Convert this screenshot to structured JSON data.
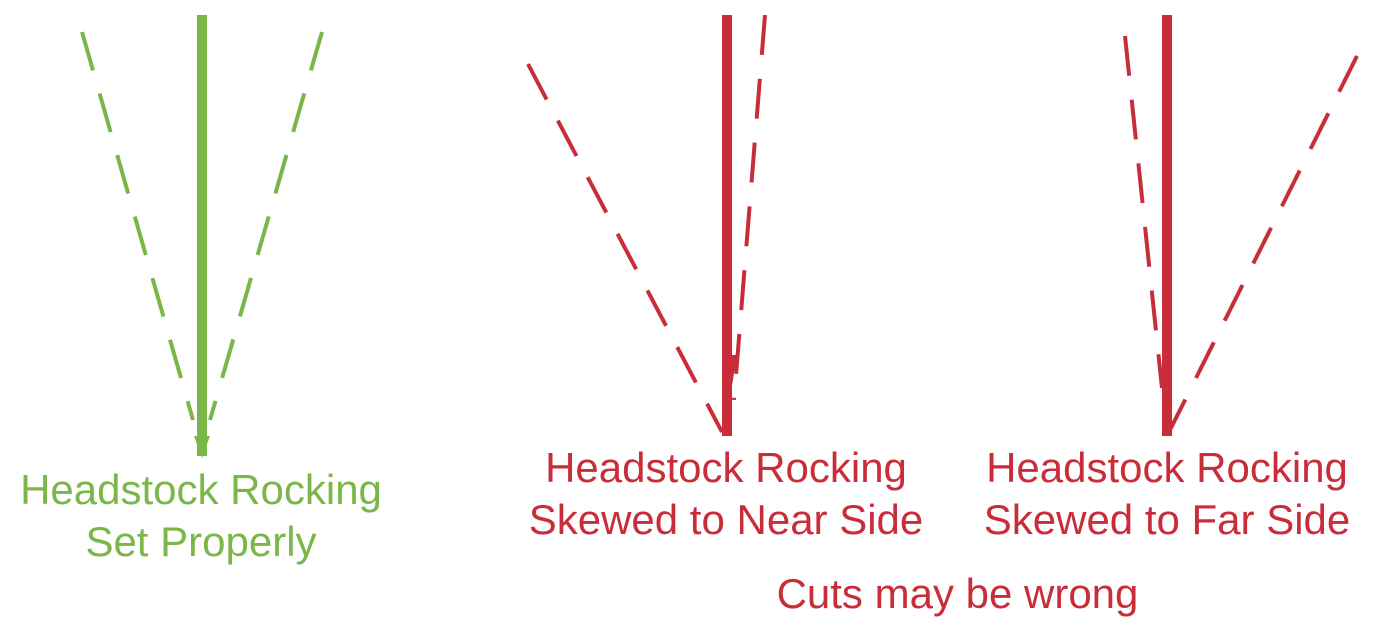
{
  "colors": {
    "correct": "#7ab648",
    "incorrect": "#c92d39",
    "background": "#ffffff"
  },
  "diagrams": [
    {
      "id": "set-properly",
      "status": "correct",
      "label_lines": [
        "Headstock Rocking",
        "Set Properly"
      ]
    },
    {
      "id": "near-side",
      "status": "incorrect",
      "label_lines": [
        "Headstock Rocking",
        "Skewed to Near Side"
      ]
    },
    {
      "id": "far-side",
      "status": "incorrect",
      "label_lines": [
        "Headstock Rocking",
        "Skewed to Far Side"
      ]
    }
  ],
  "caption": "Cuts may be wrong"
}
